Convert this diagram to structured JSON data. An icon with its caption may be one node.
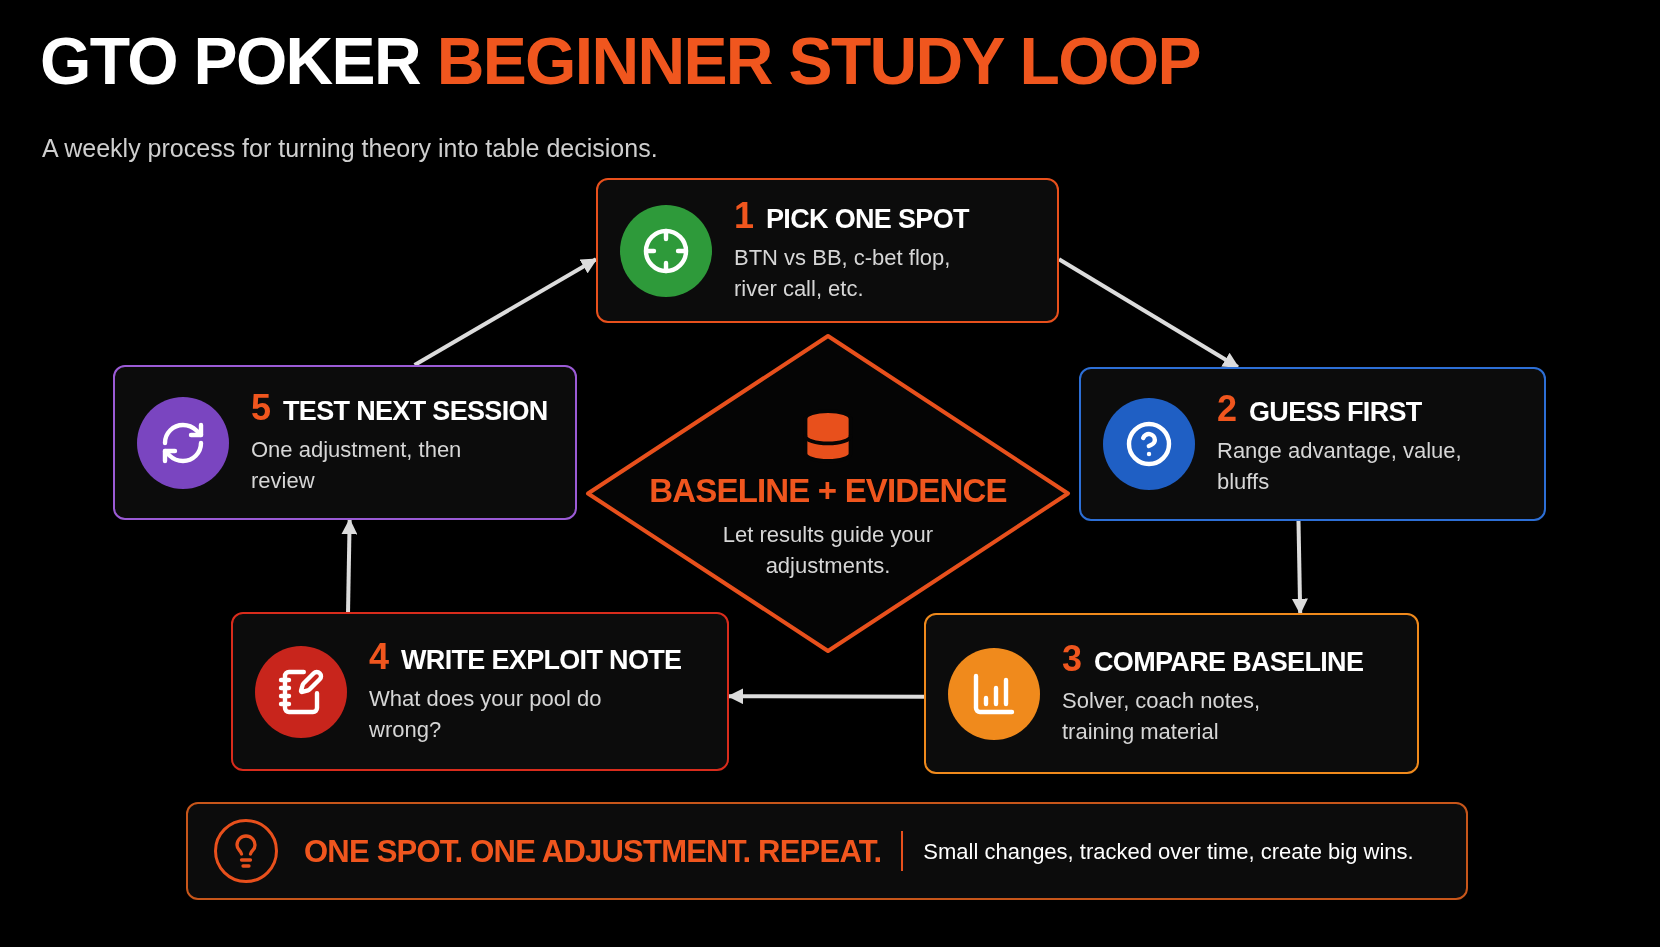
{
  "diagram": {
    "title": "GTO POKER **BEGINNER STUDY LOOP**",
    "nodes": [
      {
        "text": [
          "1",
          "PICK ONE SPOT",
          "BTN vs BB, c-bet flop, river call, etc."
        ]
      },
      {
        "text": [
          "2",
          "GUESS FIRST",
          "Range advantage, value, bluffs"
        ]
      },
      {
        "text": [
          "3",
          "COMPARE BASELINE",
          "Solver, coach notes, training material"
        ]
      },
      {
        "text": [
          "4",
          "WRITE EXPLOIT NOTE",
          "What does your pool do wrong?"
        ]
      },
      {
        "text": [
          "5",
          "TEST NEXT SESSION",
          "One adjustment, then review"
        ]
      },
      {
        "text": [
          "BASELINE + EVIDENCE",
          "Let results guide your adjustments."
        ]
      },
      {
        "text": [
          "ONE SPOT. ONE ADJUSTMENT. REPEAT.",
          "Small changes, tracked over time, create big wins."
        ]
      }
    ],
    "edges": [
      {
        "from": 4,
        "to": 0,
        "arrow": "to"
      },
      {
        "from": 0,
        "to": 1,
        "arrow": "to"
      },
      {
        "from": 1,
        "to": 2,
        "arrow": "to"
      },
      {
        "from": 2,
        "to": 3,
        "arrow": "to"
      },
      {
        "from": 3,
        "to": 4,
        "arrow": "to"
      }
    ],
    "labels": [
      "A weekly process for turning theory into table decisions."
    ]
  }
}
